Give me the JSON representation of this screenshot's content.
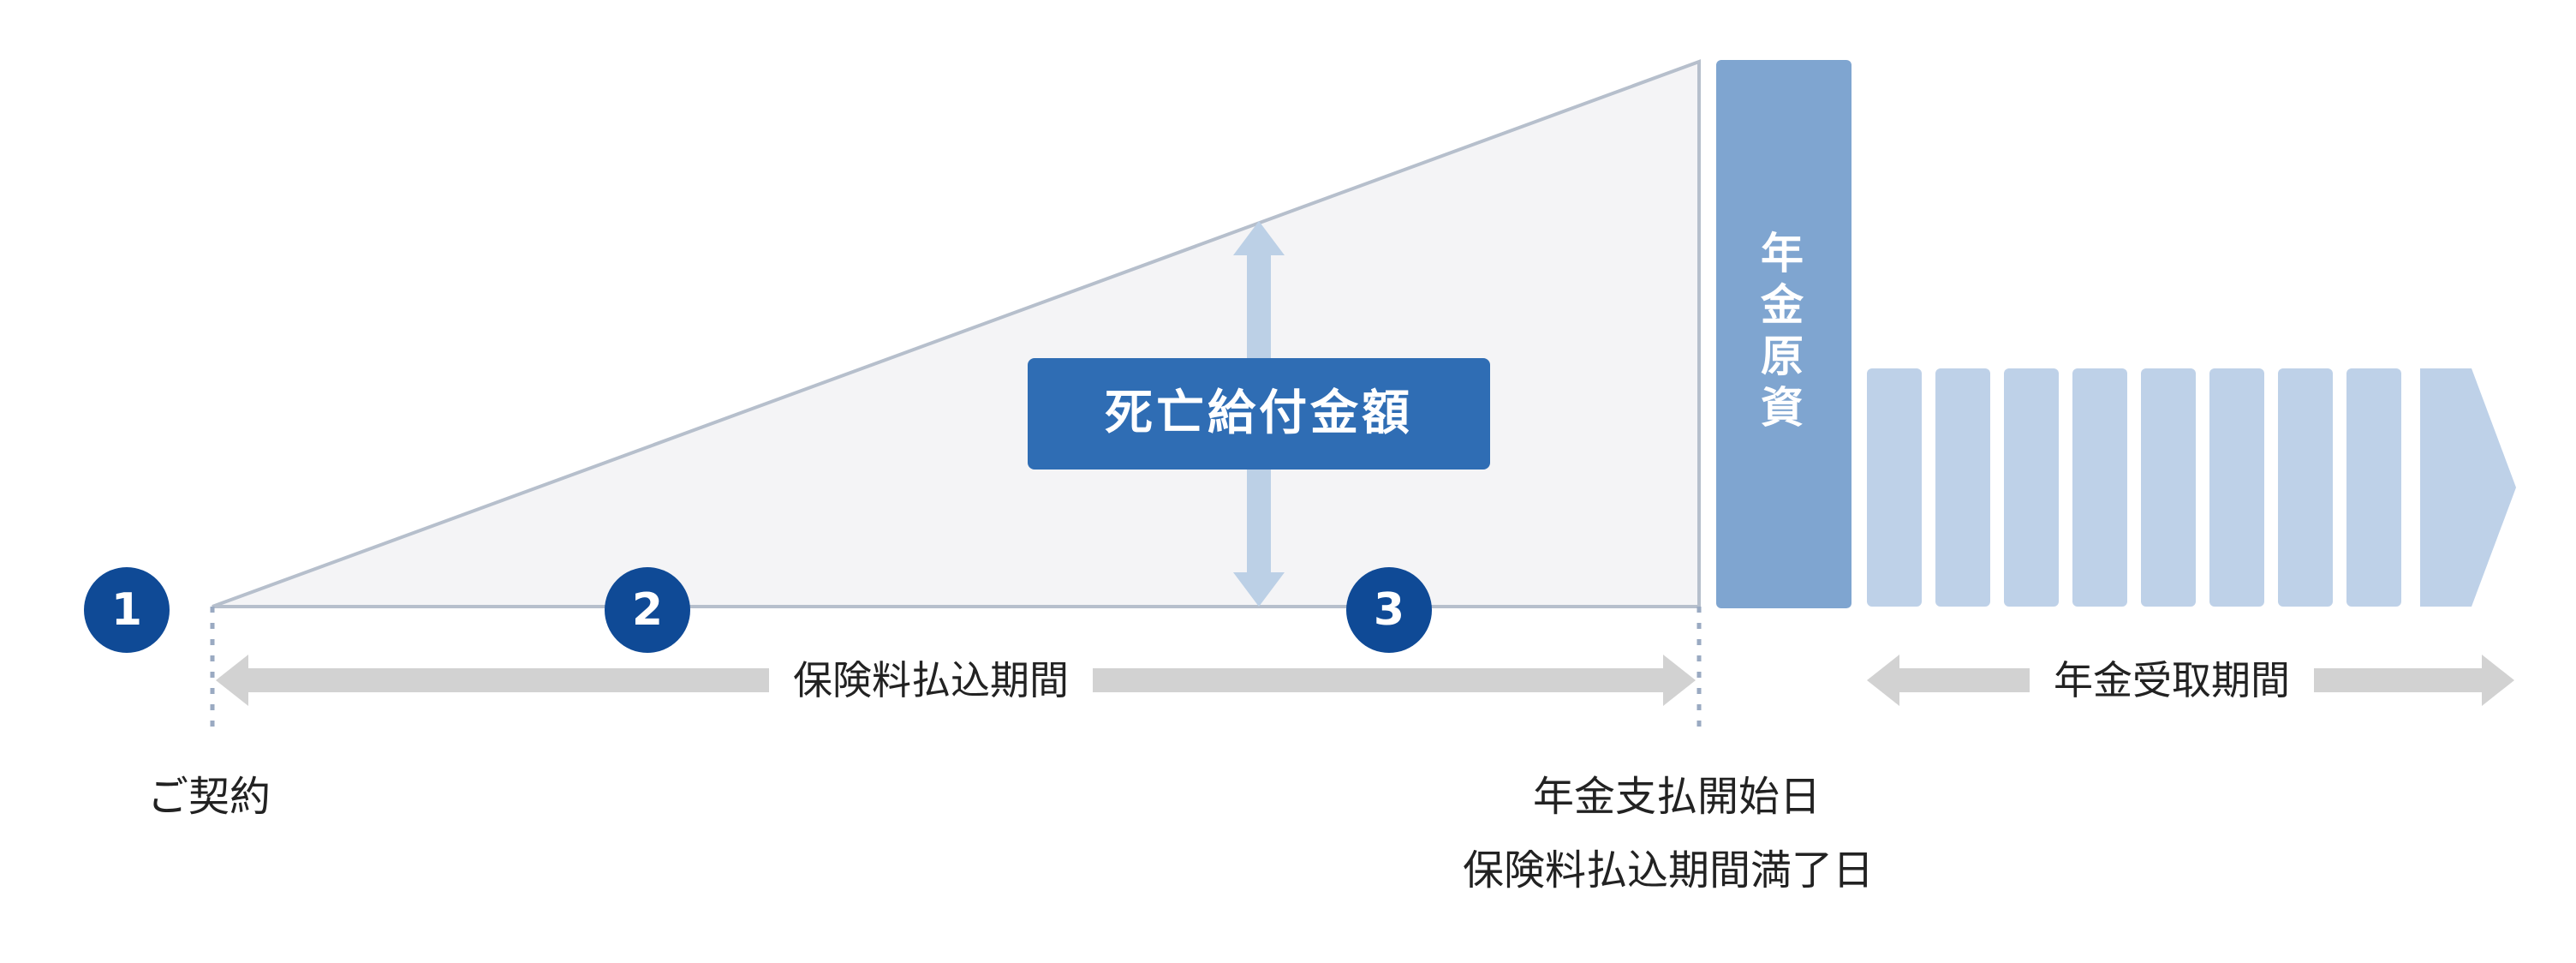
{
  "labels": {
    "death_benefit": "死亡給付金額",
    "annuity_fund": "年\n金\n原\n資",
    "premium_period": "保険料払込期間",
    "annuity_period": "年金受取期間",
    "contract": "ご契約",
    "annuity_start": "年金支払開始日",
    "premium_end": "保険料払込期間満了日"
  },
  "badges": [
    "1",
    "2",
    "3"
  ],
  "colors": {
    "badge": "#0f4a96",
    "death_box": "#2f6db4",
    "annuity_fund_bar": "#7fa5d0",
    "annuity_payments": "#bed1e8",
    "growth_area": "#f4f4f6",
    "arrows": "#d2d2d2",
    "arrow_vertical": "#bcd0e6",
    "dotted_lines": "#9aaac2"
  }
}
